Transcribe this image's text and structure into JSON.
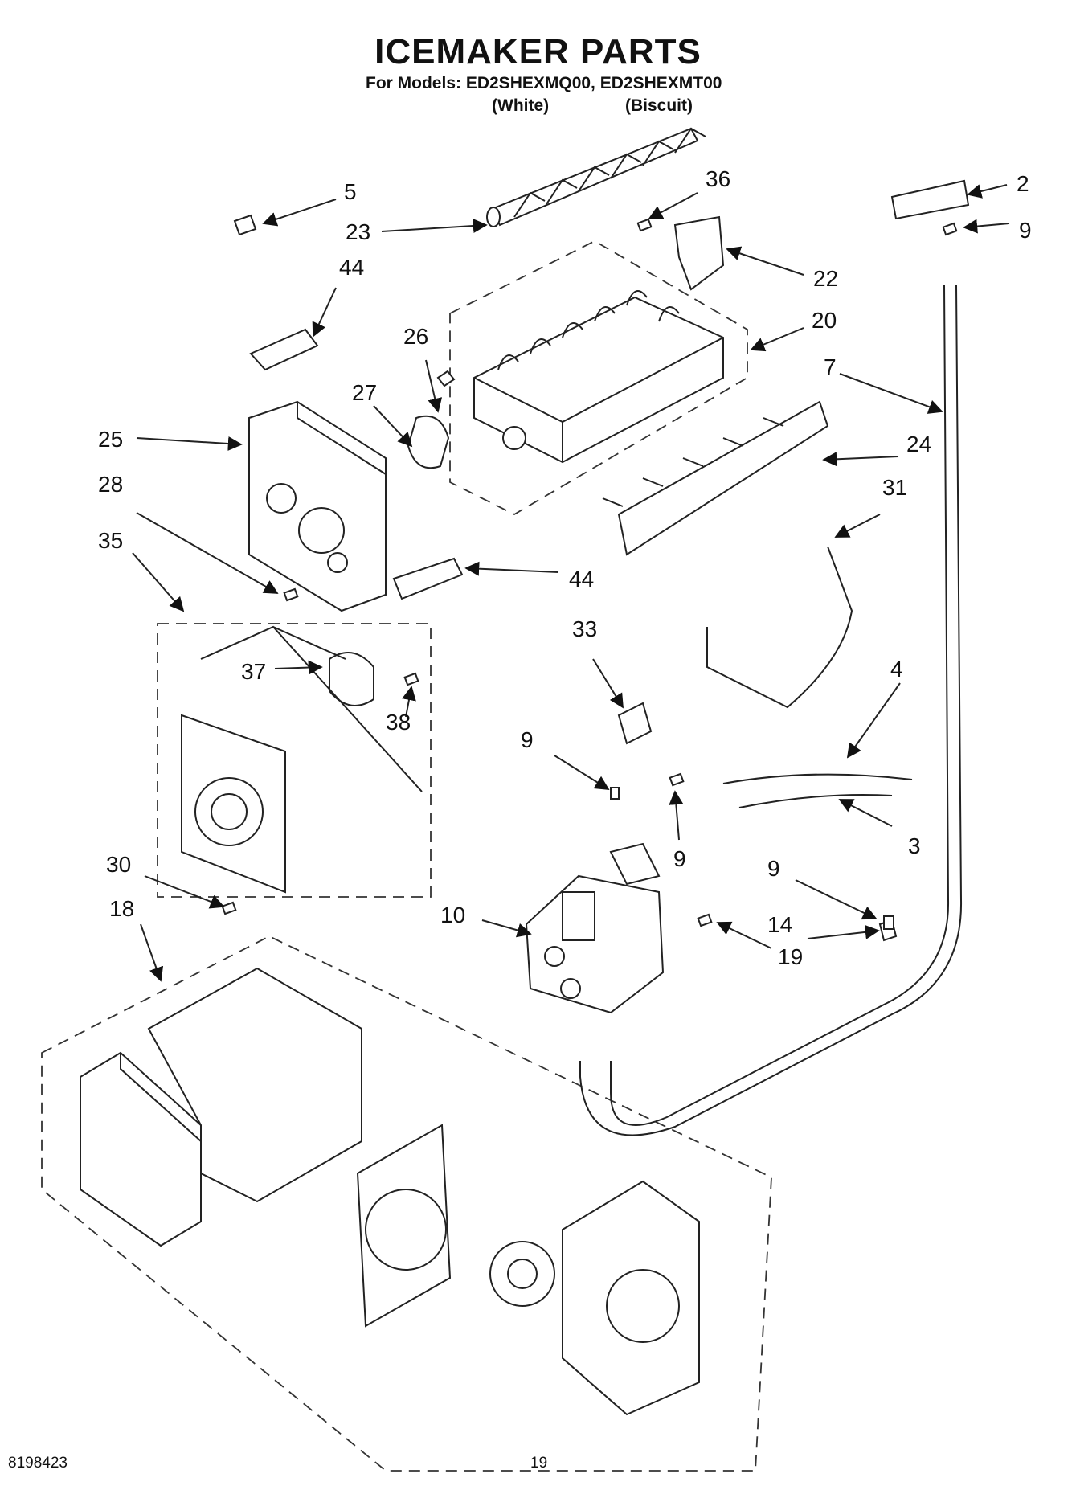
{
  "header": {
    "title": "ICEMAKER PARTS",
    "models_line": "For Models: ED2SHEXMQ00, ED2SHEXMT00",
    "color_white": "(White)",
    "color_biscuit": "(Biscuit)"
  },
  "callouts": {
    "c5": "5",
    "c23": "23",
    "c36": "36",
    "c2": "2",
    "c9a": "9",
    "c44a": "44",
    "c22": "22",
    "c26": "26",
    "c20": "20",
    "c27": "27",
    "c7": "7",
    "c25": "25",
    "c24": "24",
    "c28": "28",
    "c31": "31",
    "c35": "35",
    "c44b": "44",
    "c33": "33",
    "c37": "37",
    "c4": "4",
    "c38": "38",
    "c9b": "9",
    "c9c": "9",
    "c3": "3",
    "c30": "30",
    "c9d": "9",
    "c18": "18",
    "c10": "10",
    "c14": "14",
    "c19": "19"
  },
  "footer": {
    "doc_number": "8198423",
    "page_number": "19"
  }
}
